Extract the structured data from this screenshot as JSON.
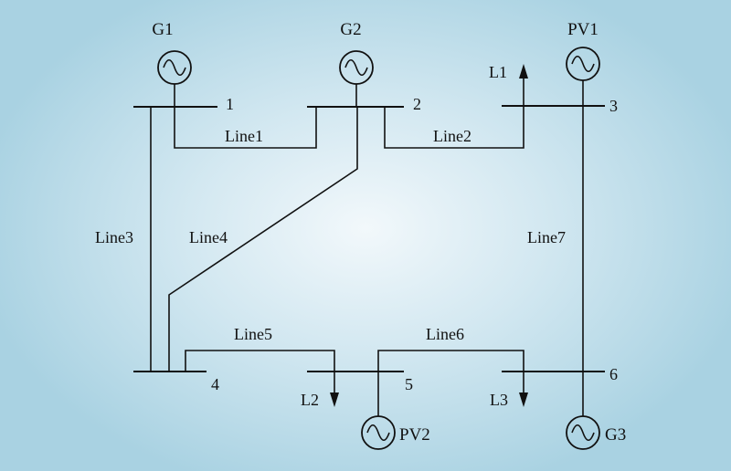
{
  "generators": {
    "g1": "G1",
    "g2": "G2",
    "pv1": "PV1",
    "pv2": "PV2",
    "g3": "G3"
  },
  "buses": {
    "b1": "1",
    "b2": "2",
    "b3": "3",
    "b4": "4",
    "b5": "5",
    "b6": "6"
  },
  "lines": {
    "line1": "Line1",
    "line2": "Line2",
    "line3": "Line3",
    "line4": "Line4",
    "line5": "Line5",
    "line6": "Line6",
    "line7": "Line7"
  },
  "loads": {
    "l1": "L1",
    "l2": "L2",
    "l3": "L3"
  }
}
